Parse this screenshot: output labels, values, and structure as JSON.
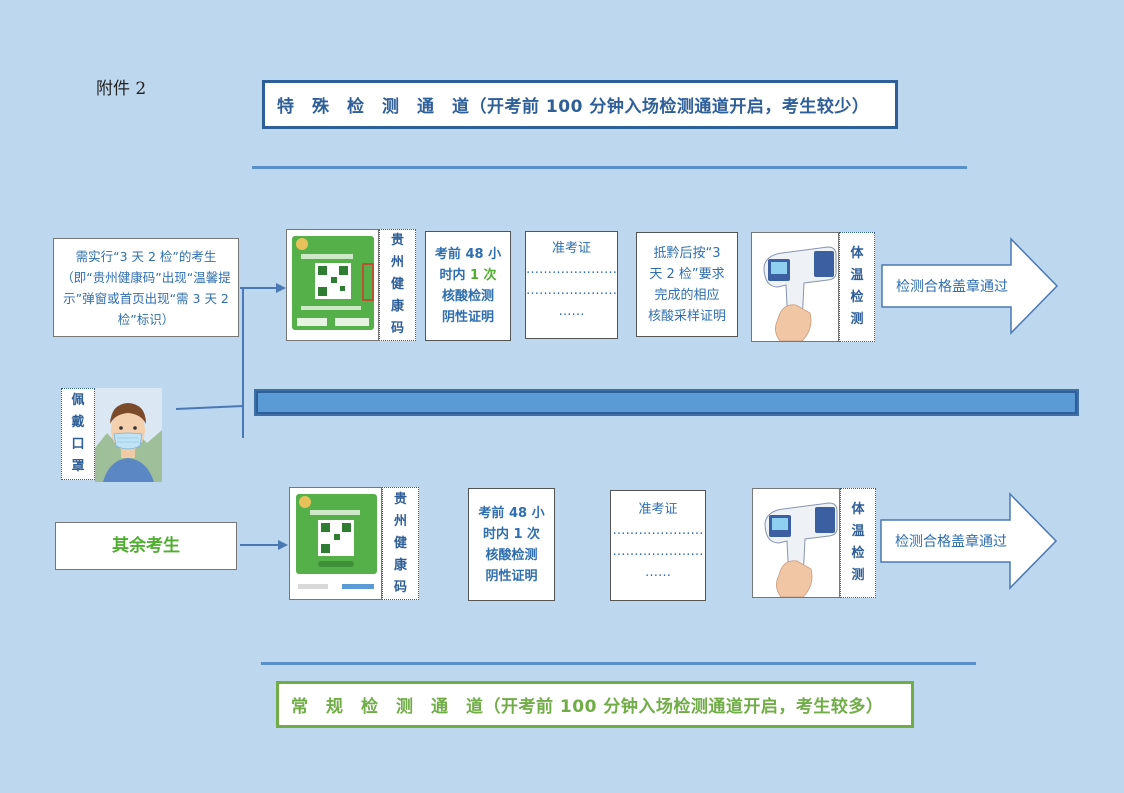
{
  "attachment_label": "附件 2",
  "special_channel_title": "特　殊　检　测　通　道（开考前 100 分钟入场检测通道开启，考生较少）",
  "regular_channel_title": "常　规　检　测　通　道（开考前 100 分钟入场检测通道开启，考生较多）",
  "left": {
    "condition_text": "需实行“3 天 2 检”的考生（即“贵州健康码”出现“温馨提示”弹窗或首页出现“需 3 天 2 检”标识）",
    "mask_label": [
      "佩",
      "戴",
      "口",
      "罩"
    ],
    "others_label": "其余考生"
  },
  "special_row": {
    "health_code_label": [
      "贵",
      "州",
      "健",
      "康",
      "码"
    ],
    "nucleic_line1": "考前 48 小",
    "nucleic_line2_prefix": "时内",
    "nucleic_line2_highlight": "1 次",
    "nucleic_line3": "核酸检测",
    "nucleic_line4": "阴性证明",
    "ticket_title": "准考证",
    "ticket_dots1": "…………………",
    "ticket_dots2": "…………………",
    "ticket_dots3": "……",
    "arrival_text_lines": [
      "抵黔后按“3",
      "天 2 检”要求",
      "完成的相应",
      "核酸采样证明"
    ],
    "temp_label": [
      "体",
      "温",
      "检",
      "测"
    ],
    "pass_text": "检测合格盖章通过"
  },
  "regular_row": {
    "health_code_label": [
      "贵",
      "州",
      "健",
      "康",
      "码"
    ],
    "nucleic_line1": "考前 48 小",
    "nucleic_line2": "时内 1 次",
    "nucleic_line3": "核酸检测",
    "nucleic_line4": "阴性证明",
    "ticket_title": "准考证",
    "ticket_dots1": "…………………",
    "ticket_dots2": "…………………",
    "ticket_dots3": "……",
    "temp_label": [
      "体",
      "温",
      "检",
      "测"
    ],
    "pass_text": "检测合格盖章通过"
  },
  "colors": {
    "background": "#bdd7ee",
    "special_accent": "#2f5f98",
    "regular_accent": "#70ad47",
    "text_blue": "#2f6fb0",
    "highlight_green": "#4fae2f",
    "divider_bar": "#5b9bd5"
  }
}
